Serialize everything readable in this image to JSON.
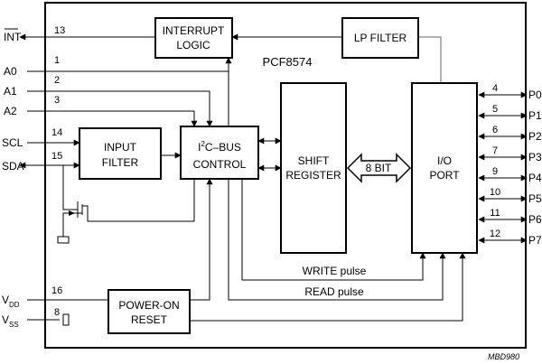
{
  "chip_name": "PCF8574",
  "reference_code": "MBD980",
  "blocks": {
    "interrupt_logic": [
      "INTERRUPT",
      "LOGIC"
    ],
    "lp_filter": "LP FILTER",
    "input_filter": [
      "INPUT",
      "FILTER"
    ],
    "i2c_control": {
      "pre": "I",
      "sup": "2",
      "post": "C–BUS",
      "line2": "CONTROL"
    },
    "shift_register": [
      "SHIFT",
      "REGISTER"
    ],
    "io_port": [
      "I/O",
      "PORT"
    ],
    "power_on_reset": [
      "POWER-ON",
      "RESET"
    ]
  },
  "bus_label": "8 BIT",
  "signals": {
    "write": "WRITE pulse",
    "read": "READ pulse"
  },
  "left_pins": [
    {
      "name": "INT",
      "overline": true,
      "number": "13"
    },
    {
      "name": "A0",
      "number": "1"
    },
    {
      "name": "A1",
      "number": "2"
    },
    {
      "name": "A2",
      "number": "3"
    },
    {
      "name": "SCL",
      "number": "14"
    },
    {
      "name": "SDA",
      "number": "15"
    }
  ],
  "power_pins": [
    {
      "base": "V",
      "sub": "DD",
      "number": "16"
    },
    {
      "base": "V",
      "sub": "SS",
      "number": "8"
    }
  ],
  "right_pins": [
    {
      "name": "P0",
      "number": "4"
    },
    {
      "name": "P1",
      "number": "5"
    },
    {
      "name": "P2",
      "number": "6"
    },
    {
      "name": "P3",
      "number": "7"
    },
    {
      "name": "P4",
      "number": "9"
    },
    {
      "name": "P5",
      "number": "10"
    },
    {
      "name": "P6",
      "number": "11"
    },
    {
      "name": "P7",
      "number": "12"
    }
  ]
}
